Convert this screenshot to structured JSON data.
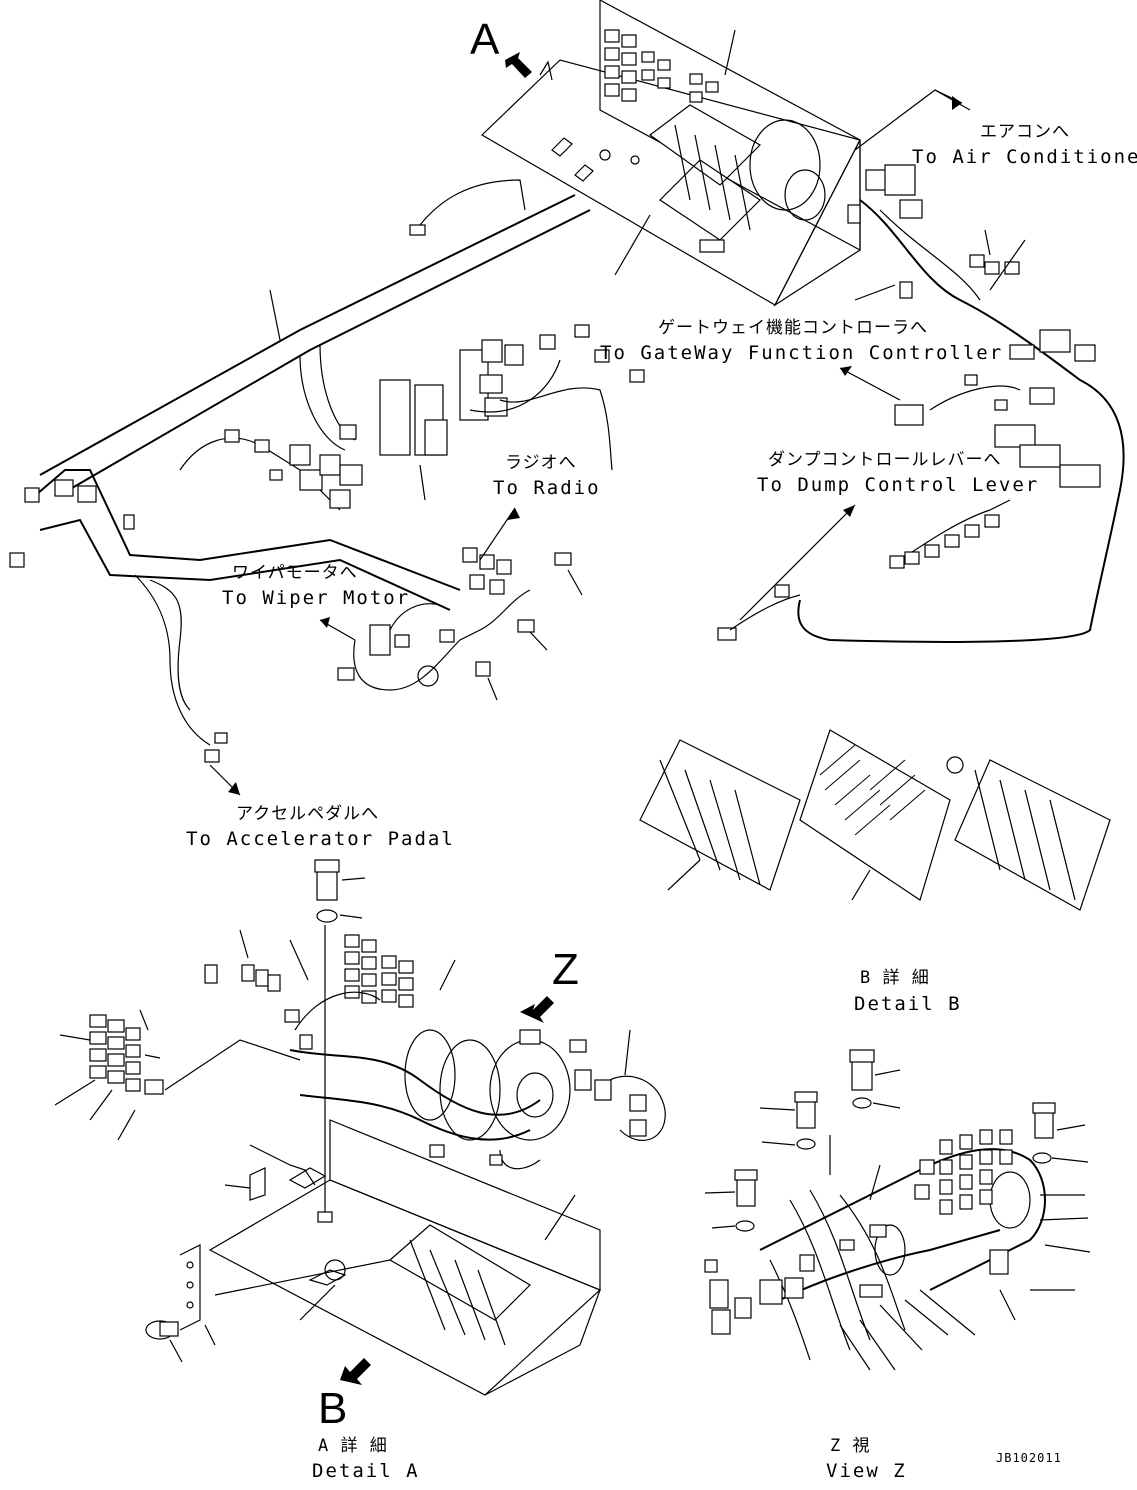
{
  "view_letters": {
    "a": "A",
    "b": "B",
    "z": "Z"
  },
  "callouts": {
    "air_conditioner": {
      "jp": "エアコンへ",
      "en": "To Air Conditioner"
    },
    "gateway_controller": {
      "jp": "ゲートウェイ機能コントローラへ",
      "en": "To GateWay Function Controller"
    },
    "radio": {
      "jp": "ラジオへ",
      "en": "To Radio"
    },
    "dump_control_lever": {
      "jp": "ダンプコントロールレバーへ",
      "en": "To Dump Control Lever"
    },
    "wiper_motor": {
      "jp": "ワイパモータへ",
      "en": "To Wiper Motor"
    },
    "accelerator_pedal": {
      "jp": "アクセルペダルへ",
      "en": "To Accelerator Padal"
    }
  },
  "details": {
    "detail_b": {
      "jp": "B 詳 細",
      "en": "Detail B"
    },
    "detail_a": {
      "jp": "A 詳 細",
      "en": "Detail A"
    },
    "view_z": {
      "jp": "Z 視",
      "en": "View Z"
    }
  },
  "drawing_code": "JB102011"
}
